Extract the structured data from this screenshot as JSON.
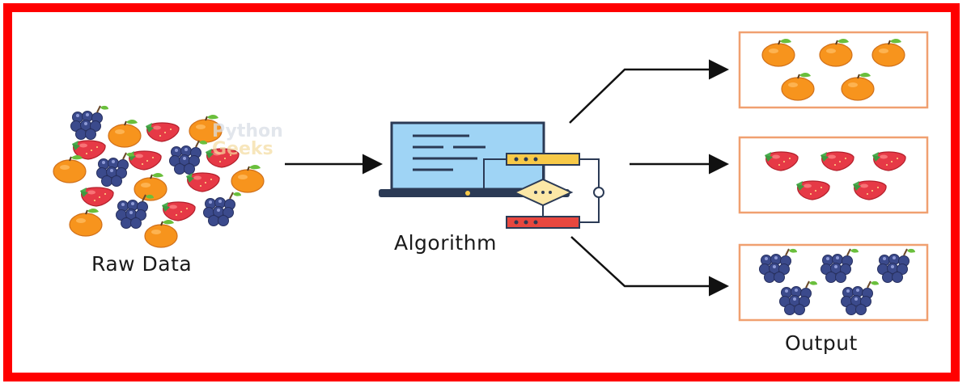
{
  "labels": {
    "raw_data": "Raw Data",
    "algorithm": "Algorithm",
    "output": "Output"
  },
  "watermark": {
    "line1": "Python",
    "line2": "Geeks"
  },
  "colors": {
    "frame": "#ff0000",
    "output_box": "#f0a070",
    "orange": "#f7941d",
    "strawberry": "#e63946",
    "grape": "#3b4a8c",
    "screen": "#9fd4f5",
    "yellow_block": "#f7c948",
    "red_block": "#e8473f",
    "laptop_base": "#2b3a55"
  },
  "output_groups": [
    {
      "fruit": "orange",
      "count": 5
    },
    {
      "fruit": "strawberry",
      "count": 5
    },
    {
      "fruit": "grape",
      "count": 5
    }
  ]
}
